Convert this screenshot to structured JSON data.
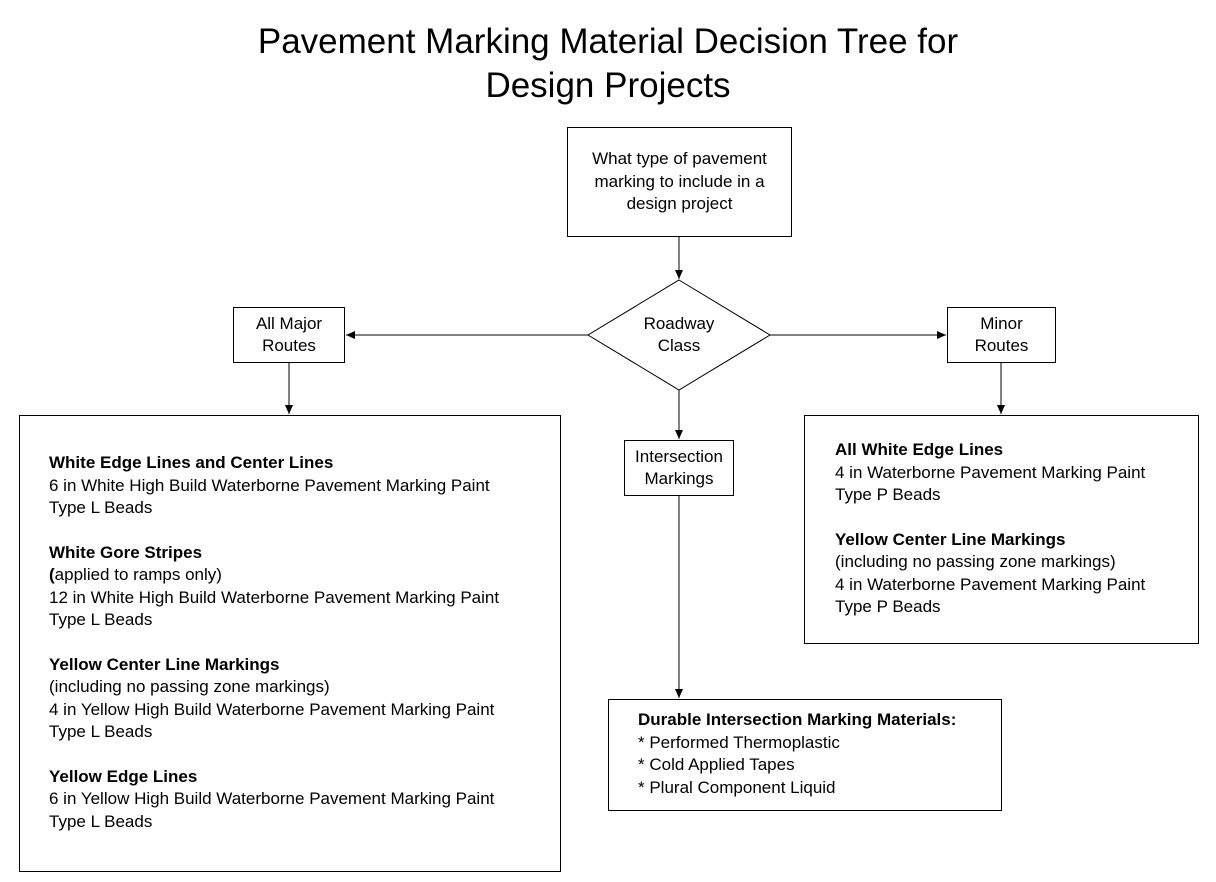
{
  "title": {
    "line1": "Pavement Marking Material Decision Tree for",
    "line2": "Design Projects"
  },
  "start_box": {
    "lines": [
      "What type of pavement",
      "marking to include in a",
      "design project"
    ]
  },
  "decision": {
    "lines": [
      "Roadway",
      "Class"
    ]
  },
  "major_routes": {
    "lines": [
      "All Major",
      "Routes"
    ]
  },
  "minor_routes": {
    "lines": [
      "Minor",
      "Routes"
    ]
  },
  "intersection": {
    "lines": [
      "Intersection",
      "Markings"
    ]
  },
  "major_details": {
    "sections": [
      {
        "heading": "White Edge Lines and Center Lines",
        "lines": [
          "6 in White High Build Waterborne Pavement Marking Paint",
          "Type L Beads"
        ]
      },
      {
        "heading": "White Gore Stripes",
        "note_bold": "(",
        "note": "applied to ramps only)",
        "lines": [
          "12 in White High Build Waterborne Pavement Marking Paint",
          "Type L Beads"
        ]
      },
      {
        "heading": "Yellow Center Line Markings",
        "note": "(including no passing zone markings)",
        "lines": [
          "4 in Yellow High Build Waterborne Pavement Marking Paint",
          "Type L Beads"
        ]
      },
      {
        "heading": "Yellow Edge Lines",
        "lines": [
          "6 in Yellow High Build Waterborne Pavement Marking Paint",
          "Type L Beads"
        ]
      }
    ]
  },
  "minor_details": {
    "sections": [
      {
        "heading": "All White Edge Lines",
        "lines": [
          "4 in Waterborne Pavement Marking Paint",
          "Type P Beads"
        ]
      },
      {
        "heading": "Yellow Center Line Markings",
        "note": "(including no passing zone markings)",
        "lines": [
          "4 in Waterborne Pavement Marking Paint",
          "Type P Beads"
        ]
      }
    ]
  },
  "durable": {
    "heading": "Durable Intersection Marking Materials:",
    "items": [
      "* Performed Thermoplastic",
      "* Cold Applied Tapes",
      "* Plural Component Liquid"
    ]
  }
}
